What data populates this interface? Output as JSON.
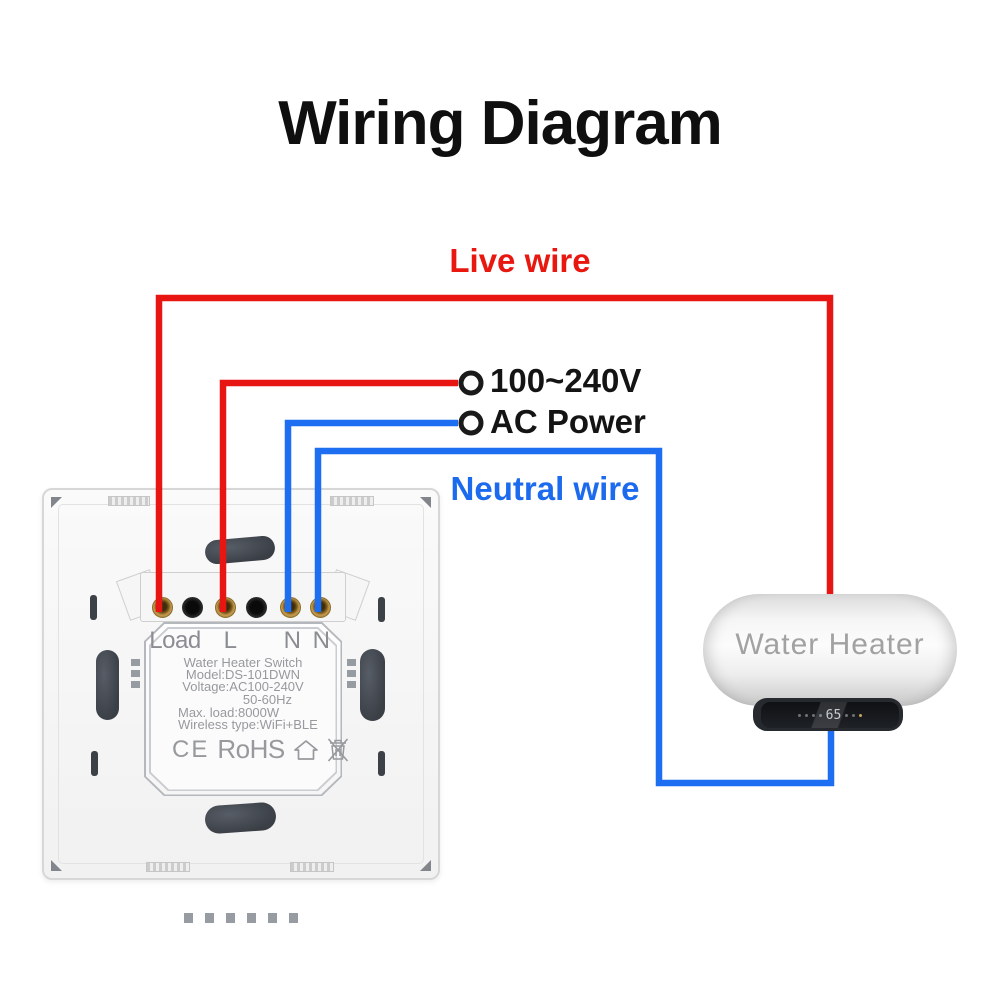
{
  "title": "Wiring Diagram",
  "colors": {
    "live_wire": "#e81612",
    "neutral_wire": "#1e6ef2",
    "label_text": "#141414",
    "switch_text": "#97999d",
    "heater_text": "#a2a2a2"
  },
  "wires": {
    "live_label": "Live wire",
    "neutral_label": "Neutral wire"
  },
  "power_source": {
    "line1": "100~240V",
    "line2": "AC Power"
  },
  "switch": {
    "terminal_labels": [
      "Load",
      "L",
      "N",
      "N"
    ],
    "info_lines": [
      "Water Heater Switch",
      "Model:DS-101DWN",
      "Voltage:AC100-240V",
      "50-60Hz",
      "Max. load:8000W",
      "Wireless type:WiFi+BLE"
    ],
    "cert_ce": "CE",
    "cert_rohs": "RoHS"
  },
  "water_heater": {
    "label": "Water Heater",
    "display_value": "65"
  }
}
